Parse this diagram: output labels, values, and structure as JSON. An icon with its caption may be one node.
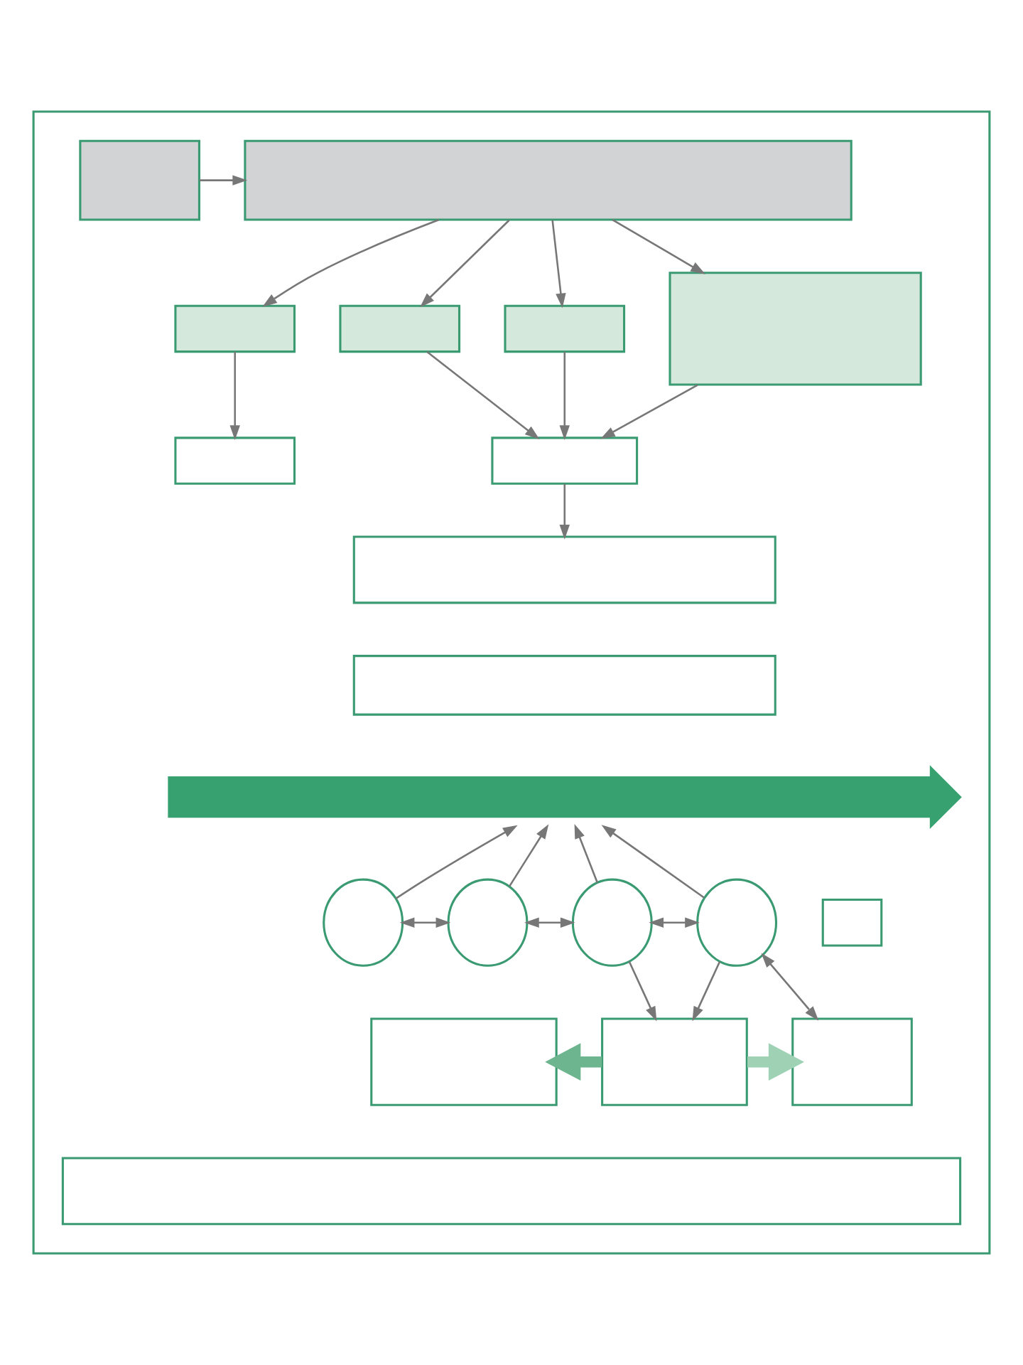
{
  "diagram": {
    "nodes": [
      {
        "text": [],
        "shape": "box"
      },
      {
        "text": [],
        "shape": "box",
        "in": 0
      },
      {
        "text": [],
        "shape": "box",
        "in": 0
      },
      {
        "text": [],
        "shape": "box",
        "in": 0
      },
      {
        "text": [],
        "shape": "box",
        "in": 0
      },
      {
        "text": [],
        "shape": "box",
        "in": 0
      },
      {
        "text": [],
        "shape": "box",
        "in": 0
      },
      {
        "text": [],
        "shape": "box",
        "in": 0
      },
      {
        "text": [],
        "shape": "box",
        "in": 0
      },
      {
        "text": [],
        "shape": "box",
        "in": 0
      },
      {
        "text": [],
        "shape": "box",
        "in": 0
      },
      {
        "text": [],
        "shape": "arrow",
        "in": 0
      },
      {
        "text": [],
        "shape": "circle",
        "in": 0
      },
      {
        "text": [],
        "shape": "circle",
        "in": 0
      },
      {
        "text": [],
        "shape": "circle",
        "in": 0
      },
      {
        "text": [],
        "shape": "circle",
        "in": 0
      },
      {
        "text": [],
        "shape": "box",
        "in": 0
      },
      {
        "text": [],
        "shape": "box",
        "in": 0
      },
      {
        "text": [],
        "shape": "box",
        "in": 0
      },
      {
        "text": [],
        "shape": "box",
        "in": 0
      },
      {
        "text": [],
        "shape": "box",
        "in": 0
      }
    ],
    "edges": [
      {
        "from": 1,
        "to": 2,
        "arrow": "to"
      },
      {
        "from": 2,
        "to": 3,
        "arrow": "to"
      },
      {
        "from": 2,
        "to": 4,
        "arrow": "to"
      },
      {
        "from": 2,
        "to": 5,
        "arrow": "to"
      },
      {
        "from": 2,
        "to": 6,
        "arrow": "to"
      },
      {
        "from": 3,
        "to": 7,
        "arrow": "to"
      },
      {
        "from": 4,
        "to": 8,
        "arrow": "to"
      },
      {
        "from": 5,
        "to": 8,
        "arrow": "to"
      },
      {
        "from": 6,
        "to": 8,
        "arrow": "to"
      },
      {
        "from": 8,
        "to": 9,
        "arrow": "to"
      },
      {
        "from": 12,
        "to": 11,
        "arrow": "to"
      },
      {
        "from": 13,
        "to": 11,
        "arrow": "to"
      },
      {
        "from": 14,
        "to": 11,
        "arrow": "to"
      },
      {
        "from": 15,
        "to": 11,
        "arrow": "to"
      },
      {
        "from": 12,
        "to": 13,
        "arrow": "both"
      },
      {
        "from": 13,
        "to": 14,
        "arrow": "both"
      },
      {
        "from": 14,
        "to": 15,
        "arrow": "both"
      },
      {
        "from": 14,
        "to": 18,
        "arrow": "to"
      },
      {
        "from": 15,
        "to": 18,
        "arrow": "to"
      },
      {
        "from": 15,
        "to": 19,
        "arrow": "both"
      },
      {
        "from": 18,
        "to": 17,
        "arrow": "to",
        "style": "thick",
        "color": "#6db58f"
      },
      {
        "from": 18,
        "to": 19,
        "arrow": "to",
        "style": "thick",
        "color": "#9fd2b4"
      }
    ]
  }
}
